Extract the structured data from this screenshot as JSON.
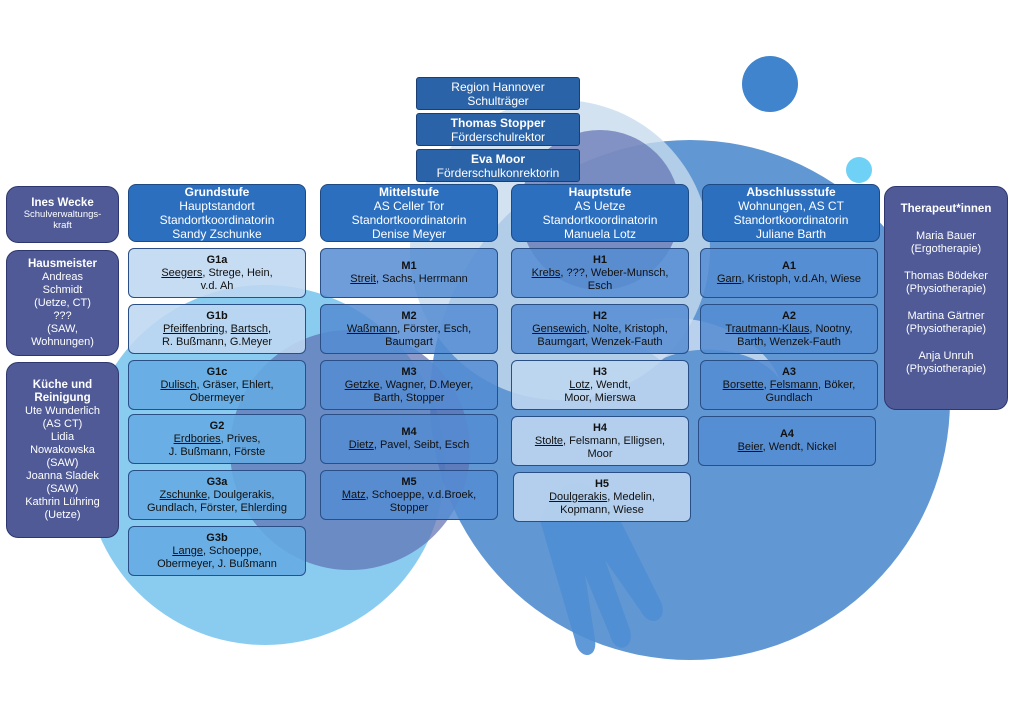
{
  "header": {
    "region_line1": "Region Hannover",
    "region_line2": "Schulträger",
    "rector_name": "Thomas Stopper",
    "rector_title": "Förderschulrektor",
    "conrector_name": "Eva Moor",
    "conrector_title": "Förderschulkonrektorin"
  },
  "stages": [
    {
      "title": "Grundstufe",
      "location": "Hauptstandort",
      "role": "Standortkoordinatorin",
      "name": "Sandy Zschunke"
    },
    {
      "title": "Mittelstufe",
      "location": "AS Celler Tor",
      "role": "Standortkoordinatorin",
      "name": "Denise Meyer"
    },
    {
      "title": "Hauptstufe",
      "location": "AS Uetze",
      "role": "Standortkoordinatorin",
      "name": "Manuela Lotz"
    },
    {
      "title": "Abschlussstufe",
      "location": "Wohnungen, AS CT",
      "role": "Standortkoordinatorin",
      "name": "Juliane Barth"
    }
  ],
  "classes": {
    "grund": [
      {
        "id": "G1a",
        "lead": "Seegers",
        "rest": ", Strege, Hein,",
        "line2": "v.d. Ah"
      },
      {
        "id": "G1b",
        "lead": "Pfeiffenbring",
        "mid": ", ",
        "lead2": "Bartsch",
        "rest": ",",
        "line2": "R. Bußmann, G.Meyer"
      },
      {
        "id": "G1c",
        "lead": "Dulisch",
        "rest": ", Gräser, Ehlert,",
        "line2": "Obermeyer"
      },
      {
        "id": "G2",
        "lead": "Erdbories",
        "rest": ", Prives,",
        "line2": "J. Bußmann, Förste"
      },
      {
        "id": "G3a",
        "lead": "Zschunke",
        "rest": ", Doulgerakis,",
        "line2": "Gundlach, Förster, Ehlerding"
      },
      {
        "id": "G3b",
        "lead": "Lange",
        "rest": ", Schoeppe,",
        "line2": "Obermeyer, J. Bußmann"
      }
    ],
    "mittel": [
      {
        "id": "M1",
        "lead": "Streit",
        "rest": ", Sachs, Herrmann",
        "line2": ""
      },
      {
        "id": "M2",
        "lead": "Waßmann",
        "rest": ", Förster, Esch,",
        "line2": "Baumgart"
      },
      {
        "id": "M3",
        "lead": "Getzke",
        "rest": ", Wagner, D.Meyer,",
        "line2": "Barth, Stopper"
      },
      {
        "id": "M4",
        "lead": "Dietz",
        "rest": ", Pavel, Seibt, Esch",
        "line2": ""
      },
      {
        "id": "M5",
        "lead": "Matz",
        "rest": ", Schoeppe, v.d.Broek,",
        "line2": "Stopper"
      }
    ],
    "haupt": [
      {
        "id": "H1",
        "lead": "Krebs",
        "rest": ", ???, Weber-Munsch,",
        "line2": "Esch"
      },
      {
        "id": "H2",
        "lead": "Gensewich",
        "rest": ", Nolte, Kristoph,",
        "line2": "Baumgart, Wenzek-Fauth"
      },
      {
        "id": "H3",
        "lead": "Lotz",
        "rest": ", Wendt,",
        "line2": "Moor, Mierswa"
      },
      {
        "id": "H4",
        "lead": "Stolte",
        "rest": ", Felsmann, Elligsen,",
        "line2": "Moor"
      },
      {
        "id": "H5",
        "lead": "Doulgerakis",
        "rest": ", Medelin,",
        "line2": "Kopmann, Wiese"
      }
    ],
    "abschluss": [
      {
        "id": "A1",
        "lead": "Garn",
        "rest": ", Kristoph, v.d.Ah, Wiese",
        "line2": ""
      },
      {
        "id": "A2",
        "lead": "Trautmann-Klaus",
        "rest": ", Nootny,",
        "line2": "Barth, Wenzek-Fauth"
      },
      {
        "id": "A3",
        "lead": "Borsette",
        "mid": ", ",
        "lead2": "Felsmann",
        "rest": ", Böker,",
        "line2": "Gundlach"
      },
      {
        "id": "A4",
        "lead": "Beier",
        "rest": ", Wendt, Nickel",
        "line2": ""
      }
    ]
  },
  "left": {
    "admin_name": "Ines Wecke",
    "admin_role_1": "Schulverwaltungs-",
    "admin_role_2": "kraft",
    "janitor_title": "Hausmeister",
    "janitor_lines": [
      "Andreas",
      "Schmidt",
      "(Uetze, CT)",
      "???",
      "(SAW,",
      "Wohnungen)"
    ],
    "kitchen_title_1": "Küche und",
    "kitchen_title_2": "Reinigung",
    "kitchen_lines": [
      "Ute Wunderlich",
      "(AS CT)",
      "Lidia",
      "Nowakowska",
      "(SAW)",
      "Joanna Sladek",
      "(SAW)",
      "Kathrin Lühring",
      "(Uetze)"
    ]
  },
  "right": {
    "title": "Therapeut*innen",
    "therapists": [
      {
        "name": "Maria Bauer",
        "role": "(Ergotherapie)"
      },
      {
        "name": "Thomas Bödeker",
        "role": "(Physiotherapie)"
      },
      {
        "name": "Martina Gärtner",
        "role": "(Physiotherapie)"
      },
      {
        "name": "Anja Unruh",
        "role": "(Physiotherapie)"
      }
    ]
  },
  "colors": {
    "dark_blue": "#2b63a8",
    "stage_blue": "#2c6fbf",
    "side_purple": "#4f5a96",
    "circle_light": "#7fc7ee"
  }
}
